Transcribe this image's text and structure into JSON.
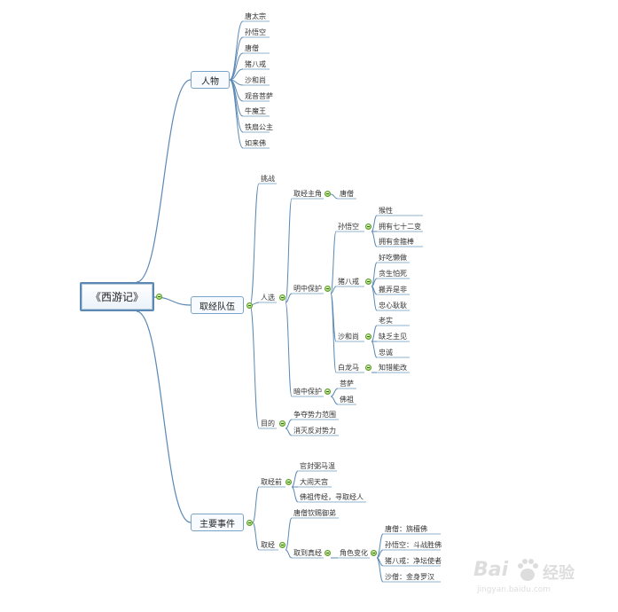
{
  "root": "《西游记》",
  "branches": [
    {
      "label": "人物",
      "children": [
        "唐太宗",
        "孙悟空",
        "唐僧",
        "猪八戒",
        "沙和尚",
        "观音菩萨",
        "牛魔王",
        "铁扇公主",
        "如来佛"
      ]
    },
    {
      "label": "取经队伍",
      "children": [
        {
          "label": "挑战"
        },
        {
          "label": "人选",
          "children": [
            {
              "label": "取经主角",
              "children": [
                "唐僧"
              ]
            },
            {
              "label": "明中保护",
              "children": [
                {
                  "label": "孙悟空",
                  "children": [
                    "猴性",
                    "拥有七十二变",
                    "拥有金箍棒"
                  ]
                },
                {
                  "label": "猪八戒",
                  "children": [
                    "好吃懒做",
                    "贪生怕死",
                    "搬弄是非",
                    "忠心耿耿"
                  ]
                },
                {
                  "label": "沙和尚",
                  "children": [
                    "老实",
                    "缺乏主见",
                    "忠诚"
                  ]
                },
                {
                  "label": "白龙马",
                  "children": [
                    "知错能改"
                  ]
                }
              ]
            },
            {
              "label": "暗中保护",
              "children": [
                "菩萨",
                "佛祖"
              ]
            }
          ]
        },
        {
          "label": "目的",
          "children": [
            "争夺势力范围",
            "消灭反对势力"
          ]
        }
      ]
    },
    {
      "label": "主要事件",
      "children": [
        {
          "label": "取经前",
          "children": [
            "官封弼马温",
            "大闹天宫",
            "佛祖传经，寻取经人"
          ]
        },
        {
          "label": "取经",
          "children": [
            {
              "label": "唐僧钦赐御弟"
            },
            {
              "label": "取到真经",
              "children": [
                {
                  "label": "角色变化",
                  "children": [
                    "唐僧：旃檀佛",
                    "孙悟空：斗战胜佛",
                    "猪八戒：净坛使者",
                    "沙僧：金身罗汉"
                  ]
                }
              ]
            }
          ]
        }
      ]
    }
  ],
  "watermark": {
    "brand": "Bai",
    "brand2": "经验",
    "url": "jingyan.baidu.com"
  },
  "colors": {
    "line": "#5b89b4",
    "underline": "#8fb0cf",
    "toggle": "#8cc84b"
  }
}
